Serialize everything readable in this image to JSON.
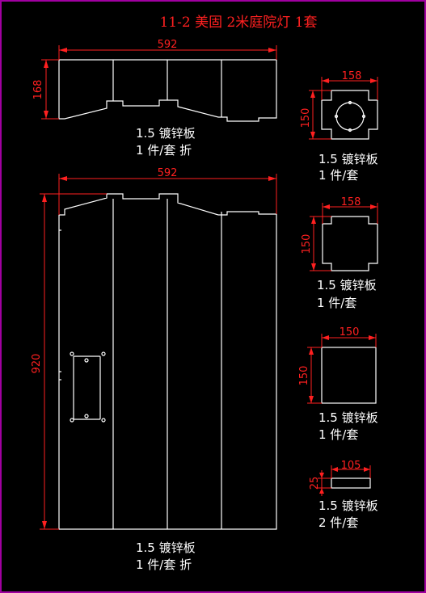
{
  "title": "11-2 美固 2米庭院灯 1套",
  "parts": {
    "top_panel": {
      "width": "592",
      "height": "168",
      "material": "1.5 镀锌板",
      "qty": "1 件/套 折"
    },
    "main_panel": {
      "width": "592",
      "height": "920",
      "material": "1.5 镀锌板",
      "qty": "1 件/套 折"
    },
    "cap_plate": {
      "width": "158",
      "height": "150",
      "material": "1.5 镀锌板",
      "qty": "1 件/套"
    },
    "base_plate": {
      "width": "158",
      "height": "150",
      "material": "1.5 镀锌板",
      "qty": "1 件/套"
    },
    "square_plate": {
      "width": "150",
      "height": "150",
      "material": "1.5 镀锌板",
      "qty": "1 件/套"
    },
    "strip": {
      "width": "105",
      "height": "25",
      "material": "1.5 镀锌板",
      "qty": "2 件/套"
    }
  },
  "colors": {
    "background": "#000000",
    "outline": "#ffffff",
    "dimension": "#ff2020",
    "border": "#a000a0"
  }
}
